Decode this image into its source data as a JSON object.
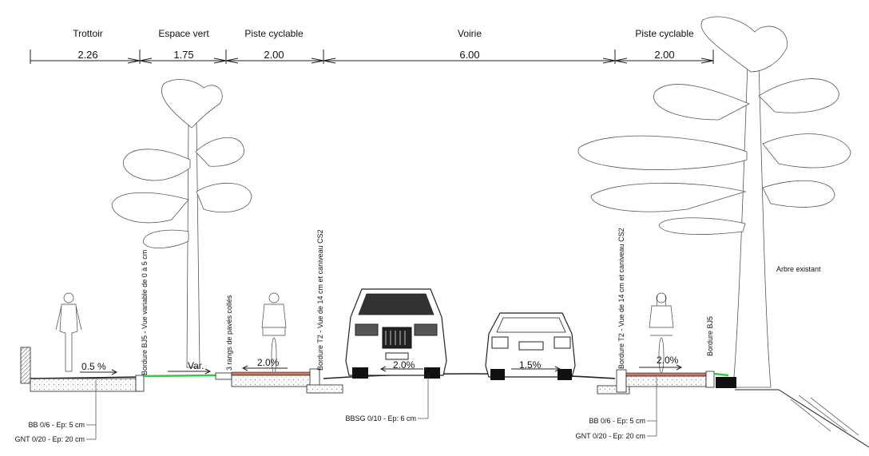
{
  "colors": {
    "ink": "#111111",
    "green_strip": "#2ecc40",
    "bike_lane": "#c97b63",
    "hatch": "#888888"
  },
  "segments": [
    {
      "label": "Trottoir",
      "width": "2.26"
    },
    {
      "label": "Espace vert",
      "width": "1.75"
    },
    {
      "label": "Piste cyclable",
      "width": "2.00"
    },
    {
      "label": "Voirie",
      "width": "6.00"
    },
    {
      "label": "Piste cyclable",
      "width": "2.00"
    }
  ],
  "slopes": {
    "sidewalk": "0.5 %",
    "green": "Var.",
    "bike_left": "2.0%",
    "road_left": "2.0%",
    "road_right": "1.5%",
    "bike_right": "2.0%"
  },
  "annotations": {
    "bordure_bj5_left": "Bordure BJ5 - Vue variable de 0 à 5 cm",
    "paves": "3 rangs de pavés collés",
    "bordure_t2_left": "Bordure T2 - Vue de 14 cm et caniveau CS2",
    "bordure_t2_right": "Bordure T2 - Vue de 14 cm et caniveau CS2",
    "bordure_bj5_right": "Bordure BJ5",
    "arbre": "Arbre existant"
  },
  "layers": {
    "left_bb": "BB 0/6 - Ep: 5 cm",
    "left_gnt": "GNT 0/20 - Ep: 20 cm",
    "road_bbsg": "BBSG 0/10 - Ep: 6 cm",
    "right_bb": "BB 0/6 - Ep: 5 cm",
    "right_gnt": "GNT 0/20 - Ep: 20 cm"
  },
  "icons": {
    "pedestrian": "pedestrian-icon",
    "cyclist": "cyclist-icon",
    "suv": "suv-front-icon",
    "car": "car-rear-icon",
    "tree": "tree-icon"
  }
}
